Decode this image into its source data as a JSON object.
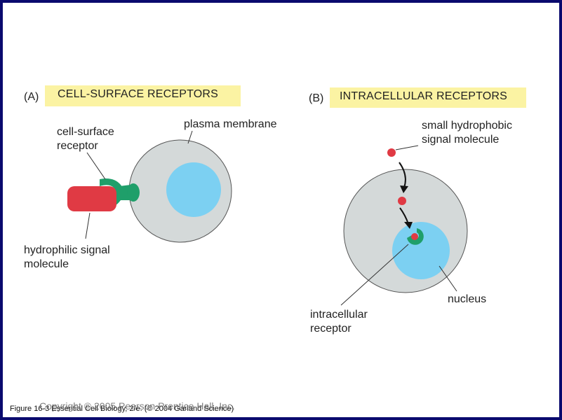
{
  "panel_a": {
    "tag": "(A)",
    "title": "CELL-SURFACE RECEPTORS",
    "label_receptor_line1": "cell-surface",
    "label_receptor_line2": "receptor",
    "label_membrane": "plasma membrane",
    "label_signal_line1": "hydrophilic signal",
    "label_signal_line2": "molecule"
  },
  "panel_b": {
    "tag": "(B)",
    "title": "INTRACELLULAR RECEPTORS",
    "label_small_line1": "small hydrophobic",
    "label_small_line2": "signal molecule",
    "label_nucleus": "nucleus",
    "label_receptor_line1": "intracellular",
    "label_receptor_line2": "receptor"
  },
  "footer": {
    "caption": "Figure 16-3  Essential Cell Biology, 2/e. (© 2004 Garland Science)",
    "copyright": "Copyright © 2005 Pearson Prentice Hall, Inc."
  },
  "colors": {
    "cell": "#d4d9d9",
    "nucleus": "#7cd0f2",
    "receptor": "#1f9f6a",
    "signal": "#e03a44",
    "title_box": "#fbf3a3"
  }
}
